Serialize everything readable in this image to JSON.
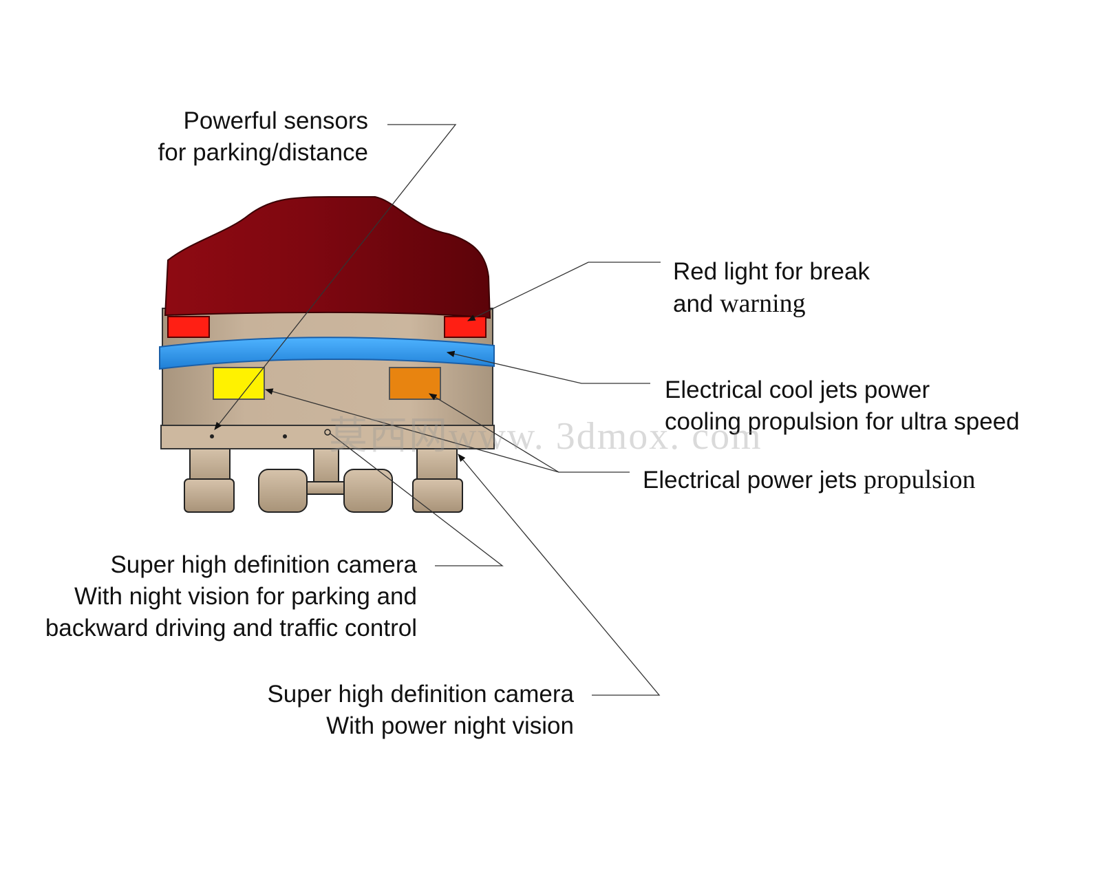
{
  "colors": {
    "body_tan": "#c7b29a",
    "roof_red": "#7e0710",
    "tail_light_red": "#ff1f14",
    "blue_band": "#2d9cf0",
    "yellow_lamp": "#fff200",
    "orange_lamp": "#e88410",
    "line": "#333333"
  },
  "callouts": {
    "sensors": {
      "lines": [
        "Powerful sensors",
        "for parking/distance"
      ]
    },
    "red_light": {
      "line1": "Red light for break",
      "line2_a": "and ",
      "line2_b": "warning"
    },
    "cool_jets": {
      "lines": [
        "Electrical cool jets power",
        "cooling propulsion for ultra speed"
      ]
    },
    "power_jets": {
      "a": "Electrical power jets ",
      "b": "propulsion"
    },
    "camera_rear": {
      "lines": [
        "Super high definition camera",
        "With night vision for parking and",
        "backward driving and traffic control"
      ]
    },
    "camera_night": {
      "lines": [
        "Super high definition camera",
        "With power night vision"
      ]
    }
  },
  "watermark": "莫西网www. 3dmox. com"
}
